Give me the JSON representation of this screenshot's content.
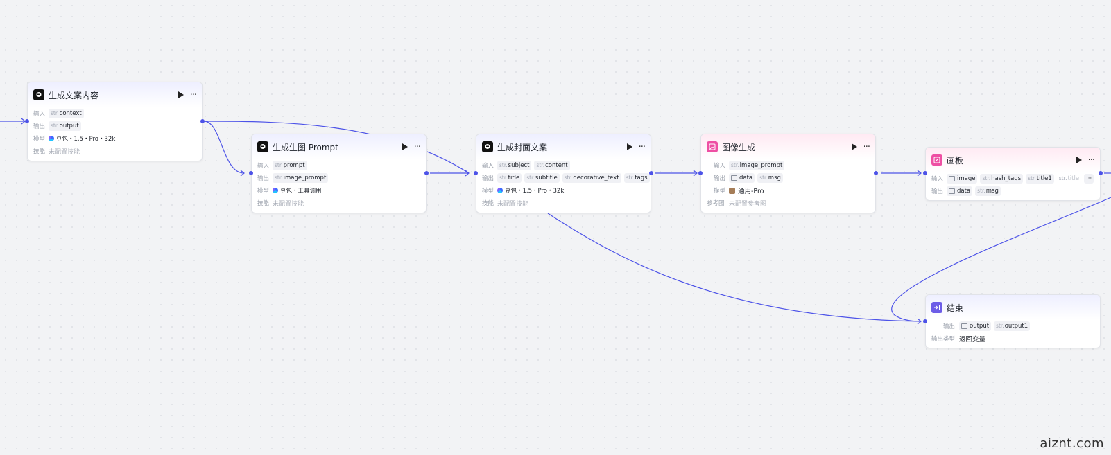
{
  "labels": {
    "input": "输入",
    "output": "输出",
    "model": "模型",
    "skill": "技能",
    "ref_image": "参考图",
    "output_type": "输出类型",
    "str": "str."
  },
  "nodes": {
    "copywriting": {
      "title": "生成文案内容",
      "inputs": [
        "context"
      ],
      "outputs": [
        "output"
      ],
      "model": "豆包・1.5・Pro・32k",
      "skill": "未配置技能"
    },
    "image_prompt": {
      "title": "生成生图 Prompt",
      "inputs": [
        "prompt"
      ],
      "outputs": [
        "image_prompt"
      ],
      "model": "豆包・工具调用",
      "skill": "未配置技能"
    },
    "cover_copy": {
      "title": "生成封面文案",
      "inputs": [
        "subject",
        "content"
      ],
      "outputs": [
        "title",
        "subtitle",
        "decorative_text",
        "tags"
      ],
      "model": "豆包・1.5・Pro・32k",
      "skill": "未配置技能"
    },
    "image_gen": {
      "title": "图像生成",
      "inputs": [
        "image_prompt"
      ],
      "outputs": [
        "data",
        "msg"
      ],
      "model": "通用-Pro",
      "ref_image": "未配置参考图"
    },
    "canvas": {
      "title": "画板",
      "inputs": [
        "image",
        "hash_tags",
        "title1",
        "title"
      ],
      "outputs": [
        "data",
        "msg"
      ],
      "more": "···"
    },
    "end": {
      "title": "结束",
      "outputs": [
        "output",
        "output1"
      ],
      "output_type": "返回变量"
    }
  },
  "watermark": "aiznt.com",
  "colors": {
    "edge": "#4d53e8",
    "accent_pink": "#ee4fa3",
    "accent_violet": "#6c5ce7"
  },
  "icons": {
    "llm": "llm-robot-icon",
    "image_gen": "image-generate-icon",
    "canvas": "canvas-icon",
    "end": "end-exit-icon",
    "run": "play-icon",
    "more": "more-dots-icon"
  }
}
